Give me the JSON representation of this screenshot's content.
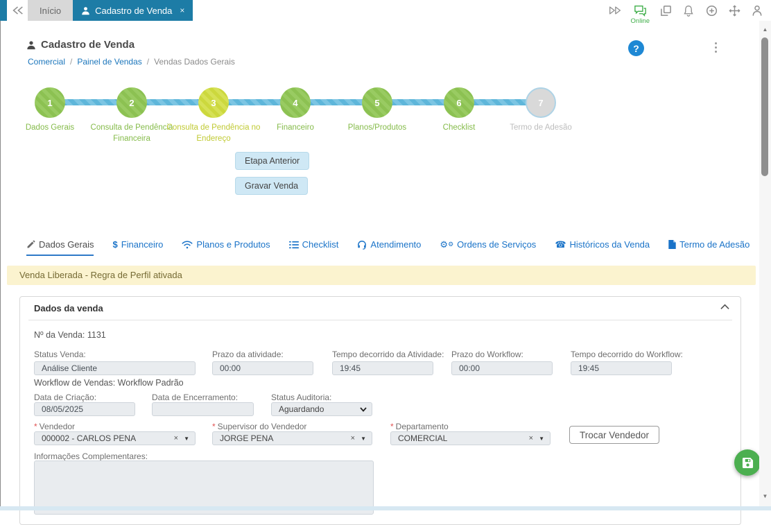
{
  "colors": {
    "topbar_teal": "#1d7ca6",
    "step_green": "#8cc152",
    "step_yellow": "#ccd83d",
    "step_pending": "#d9d9d9",
    "connector_blue": "#5eb6da",
    "link_blue": "#1a73c8",
    "alert_bg": "#fbf3cf",
    "button_blue_bg": "#cfe8f5",
    "fab_green": "#4caf50",
    "online_green": "#3fae49",
    "help_blue": "#1e88d4",
    "input_bg": "#e9ecef"
  },
  "topbar": {
    "tab_inicio": "Início",
    "tab_active": "Cadastro de Venda",
    "close_glyph": "×",
    "online": "Online"
  },
  "header": {
    "title": "Cadastro de Venda",
    "help_glyph": "?",
    "breadcrumb_sep": "/",
    "breadcrumb": [
      {
        "label": "Comercial"
      },
      {
        "label": "Painel de Vendas"
      },
      {
        "label": "Vendas Dados Gerais"
      }
    ]
  },
  "stepper": {
    "steps": [
      {
        "n": "1",
        "label": "Dados Gerais",
        "state": "done"
      },
      {
        "n": "2",
        "label": "Consulta de Pendência Financeira",
        "state": "done"
      },
      {
        "n": "3",
        "label": "Consulta de Pendência no Endereço",
        "state": "current"
      },
      {
        "n": "4",
        "label": "Financeiro",
        "state": "done"
      },
      {
        "n": "5",
        "label": "Planos/Produtos",
        "state": "done"
      },
      {
        "n": "6",
        "label": "Checklist",
        "state": "done"
      },
      {
        "n": "7",
        "label": "Termo de Adesão",
        "state": "pending"
      }
    ]
  },
  "actions": {
    "previous": "Etapa Anterior",
    "save": "Gravar Venda"
  },
  "tabs": [
    {
      "label": "Dados Gerais",
      "active": true
    },
    {
      "label": "Financeiro",
      "active": false
    },
    {
      "label": "Planos e Produtos",
      "active": false
    },
    {
      "label": "Checklist",
      "active": false
    },
    {
      "label": "Atendimento",
      "active": false
    },
    {
      "label": "Ordens de Serviços",
      "active": false
    },
    {
      "label": "Históricos da Venda",
      "active": false
    },
    {
      "label": "Termo de Adesão",
      "active": false
    }
  ],
  "alert": "Venda Liberada - Regra de Perfil ativada",
  "panel": {
    "title": "Dados da venda",
    "sale_number": "Nº da Venda: 1131",
    "workflow_line": "Workflow de Vendas: Workflow Padrão",
    "required_marker": "*",
    "clear_glyph": "×",
    "caret_glyph": "▼",
    "fields": {
      "status_venda": {
        "label": "Status Venda:",
        "value": "Análise Cliente"
      },
      "prazo_atividade": {
        "label": "Prazo da atividade:",
        "value": "00:00"
      },
      "tempo_atividade": {
        "label": "Tempo decorrido da Atividade:",
        "value": "19:45"
      },
      "prazo_workflow": {
        "label": "Prazo do Workflow:",
        "value": "00:00"
      },
      "tempo_workflow": {
        "label": "Tempo decorrido do Workflow:",
        "value": "19:45"
      },
      "data_criacao": {
        "label": "Data de Criação:",
        "value": "08/05/2025"
      },
      "data_encerramento": {
        "label": "Data de Encerramento:",
        "value": ""
      },
      "status_auditoria": {
        "label": "Status Auditoria:",
        "value": "Aguardando"
      },
      "vendedor": {
        "label": "Vendedor",
        "value": "000002 - CARLOS PENA"
      },
      "supervisor": {
        "label": "Supervisor do Vendedor",
        "value": "JORGE PENA"
      },
      "departamento": {
        "label": "Departamento",
        "value": "COMERCIAL"
      },
      "info_complementares": {
        "label": "Informações Complementares:",
        "value": ""
      }
    },
    "trocar_vendedor": "Trocar Vendedor"
  }
}
